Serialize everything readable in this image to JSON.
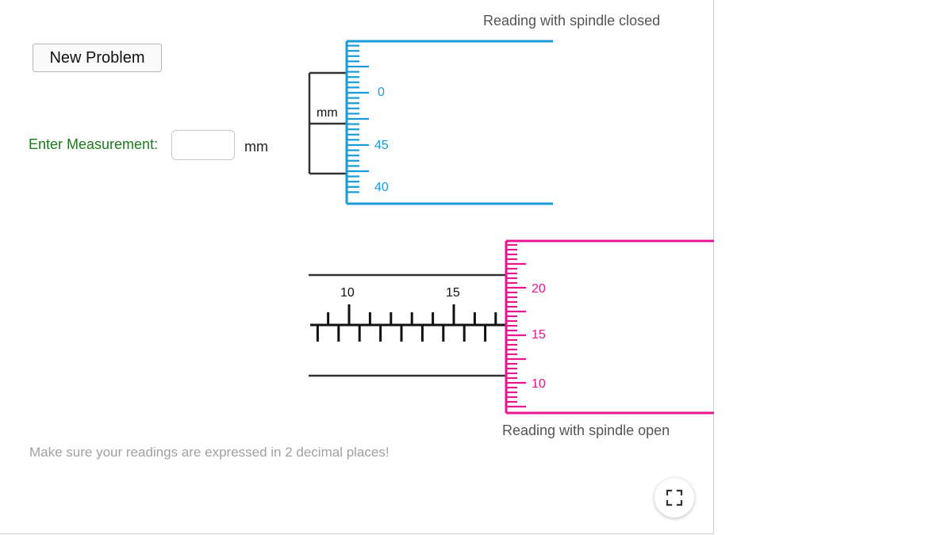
{
  "controls": {
    "new_problem_label": "New Problem",
    "enter_measurement_label": "Enter Measurement:",
    "measurement_value": "",
    "unit": "mm"
  },
  "closed_reading": {
    "caption": "Reading with spindle closed",
    "sleeve_unit": "mm",
    "thimble_labels": [
      "0",
      "45",
      "40"
    ]
  },
  "open_reading": {
    "caption": "Reading with spindle open",
    "sleeve_labels": [
      "10",
      "15"
    ],
    "thimble_labels": [
      "20",
      "15",
      "10"
    ]
  },
  "hint_text": "Make sure your readings are expressed in 2 decimal places!",
  "icons": {
    "fullscreen": "fullscreen-icon"
  },
  "colors": {
    "closed": "#1a9ad8",
    "open": "#e8168f",
    "label_green": "#1d7a1d"
  }
}
